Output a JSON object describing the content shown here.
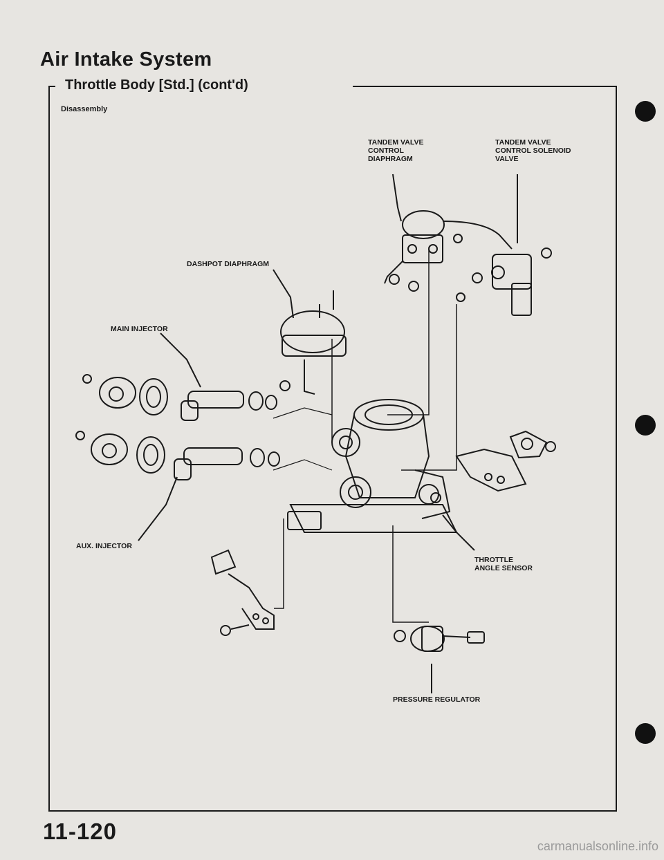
{
  "header": {
    "title": "Air Intake System",
    "section": "Throttle Body",
    "section_tag": "[Std.] (cont'd)",
    "subtitle": "Disassembly"
  },
  "labels": {
    "tandem_diaphragm": "TANDEM VALVE\nCONTROL\nDIAPHRAGM",
    "tandem_solenoid": "TANDEM VALVE\nCONTROL SOLENOID\nVALVE",
    "dashpot": "DASHPOT DIAPHRAGM",
    "main_injector": "MAIN INJECTOR",
    "aux_injector": "AUX. INJECTOR",
    "throttle_sensor": "THROTTLE\nANGLE SENSOR",
    "pressure_regulator": "PRESSURE REGULATOR"
  },
  "page_number": "11-120",
  "watermark": "carmanualsonline.info"
}
